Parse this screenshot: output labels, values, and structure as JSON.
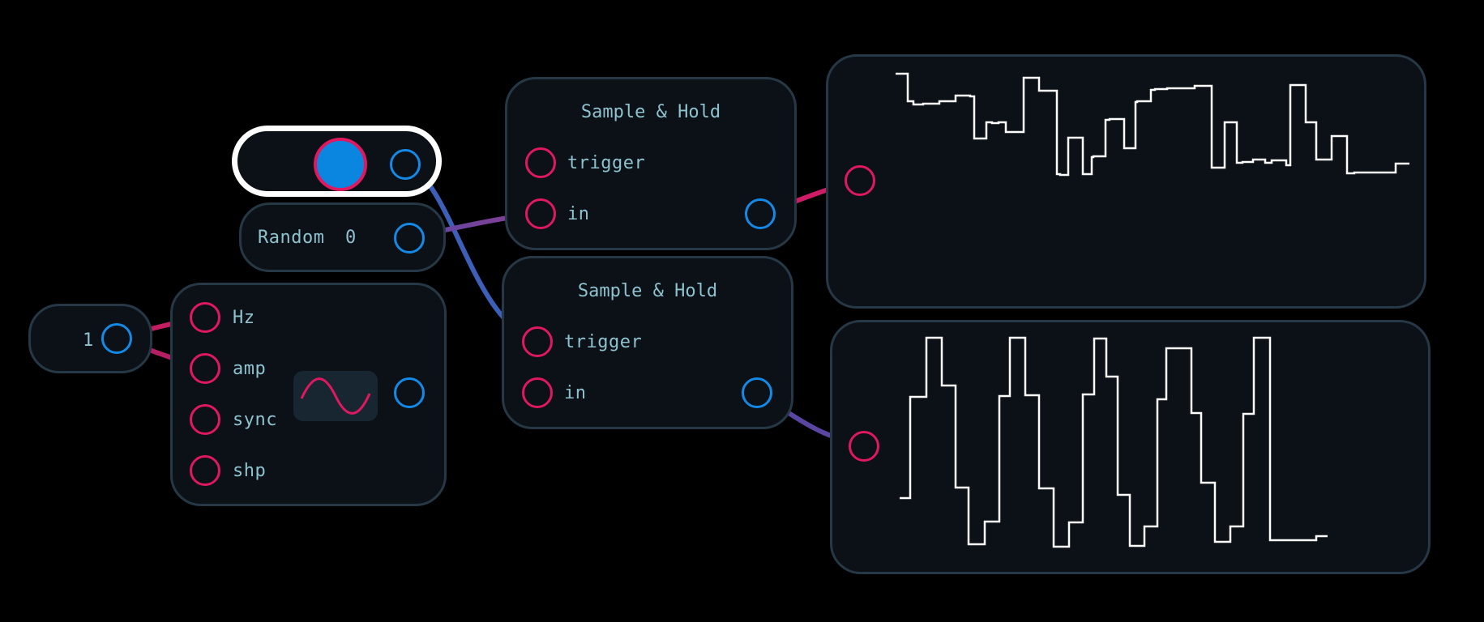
{
  "colors": {
    "background": "#000000",
    "node_bg": "#0b1117",
    "node_border": "#263845",
    "input_port": "#e0185f",
    "output_port": "#1489e6",
    "button_fill": "#0a86e0",
    "selected_border": "#ffffff",
    "trace": "#ffffff",
    "label": "#8fc2cf"
  },
  "nodes": {
    "constant": {
      "value": "1"
    },
    "random": {
      "label": "Random",
      "value": "0"
    },
    "oscillator": {
      "inputs": [
        "Hz",
        "amp",
        "sync",
        "shp"
      ],
      "shape_icon": "sine-wave-icon"
    },
    "sample_hold_1": {
      "title": "Sample & Hold",
      "inputs": [
        "trigger",
        "in"
      ]
    },
    "sample_hold_2": {
      "title": "Sample & Hold",
      "inputs": [
        "trigger",
        "in"
      ]
    },
    "trigger_button": {
      "icon": "trigger-button-icon"
    }
  },
  "scopes": {
    "scope_1": {
      "trace": "random-sample-trace"
    },
    "scope_2": {
      "trace": "sampled-sine-trace"
    }
  }
}
